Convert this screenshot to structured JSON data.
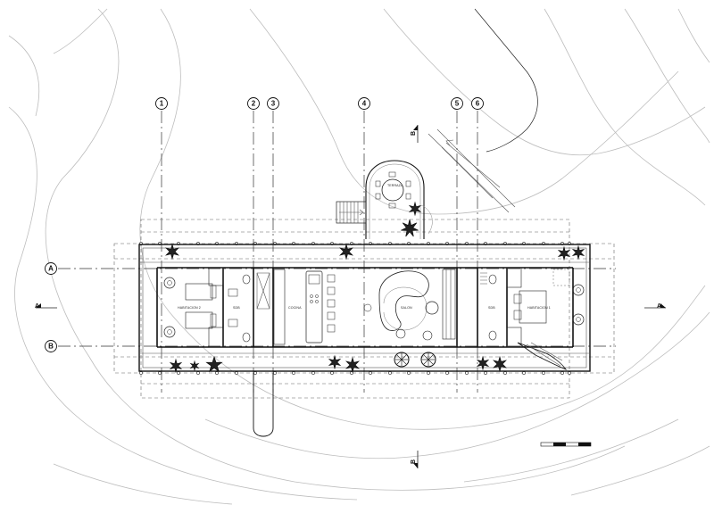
{
  "drawing": {
    "grid_columns": [
      "1",
      "2",
      "3",
      "4",
      "5",
      "6"
    ],
    "grid_rows": [
      "A",
      "B"
    ],
    "section_marks": {
      "horizontal": "A",
      "vertical": "B"
    },
    "rooms": {
      "terrace": "TERRAZA",
      "bedroom_2": "HABITACION 2",
      "bath_left": "SDB",
      "kitchen": "COCINA",
      "living": "SALON",
      "bath_right": "SDB",
      "bedroom_1": "HABITACION 1"
    }
  }
}
